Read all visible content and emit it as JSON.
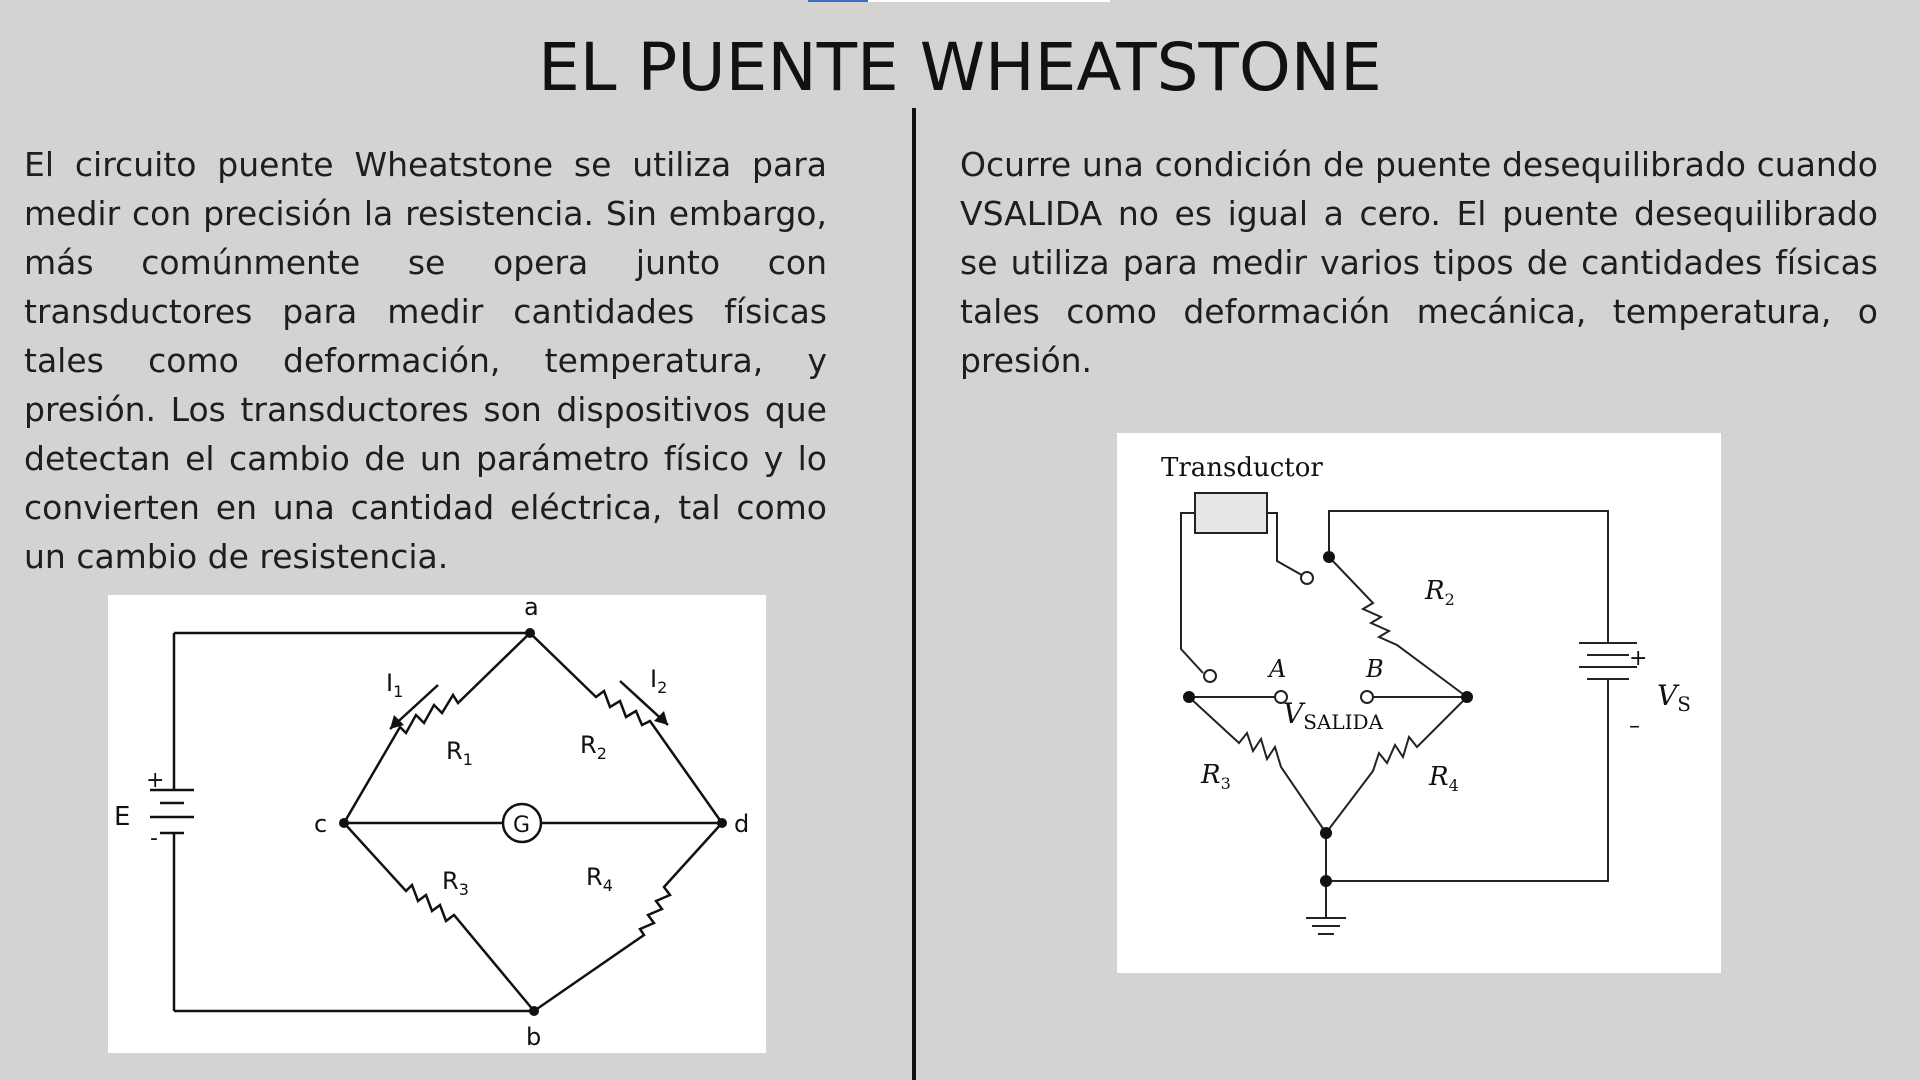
{
  "title": "EL PUENTE WHEATSTONE",
  "left_paragraph": "El circuito puente Wheatstone se utiliza para medir con precisión la resistencia. Sin embargo, más comúnmente se opera junto con transductores para medir cantidades físicas tales como deformación, temperatura, y presión. Los transductores son dispositivos que detectan el cambio de un parámetro físico y lo convierten en una cantidad eléctrica, tal como un cambio de resistencia.",
  "right_paragraph": "Ocurre una condición de puente desequilibrado cuando VSALIDA no es igual a cero. El puente desequilibrado se utiliza para medir varios tipos de cantidades físicas tales como deformación mecánica, temperatura, o presión.",
  "diagram_left": {
    "node_a": "a",
    "node_b": "b",
    "node_c": "c",
    "node_d": "d",
    "source": "E",
    "plus": "+",
    "minus": "-",
    "current_1": "I",
    "current_1_sub": "1",
    "current_2": "I",
    "current_2_sub": "2",
    "r1": "R",
    "r1_sub": "1",
    "r2": "R",
    "r2_sub": "2",
    "r3": "R",
    "r3_sub": "3",
    "r4": "R",
    "r4_sub": "4",
    "galvanometer": "G"
  },
  "diagram_right": {
    "transducer": "Transductor",
    "r2": "R",
    "r2_sub": "2",
    "r3": "R",
    "r3_sub": "3",
    "r4": "R",
    "r4_sub": "4",
    "node_a": "A",
    "node_b": "B",
    "vout": "V",
    "vout_sub": "SALIDA",
    "vs": "V",
    "vs_sub": "S",
    "plus": "+",
    "minus": "–"
  }
}
